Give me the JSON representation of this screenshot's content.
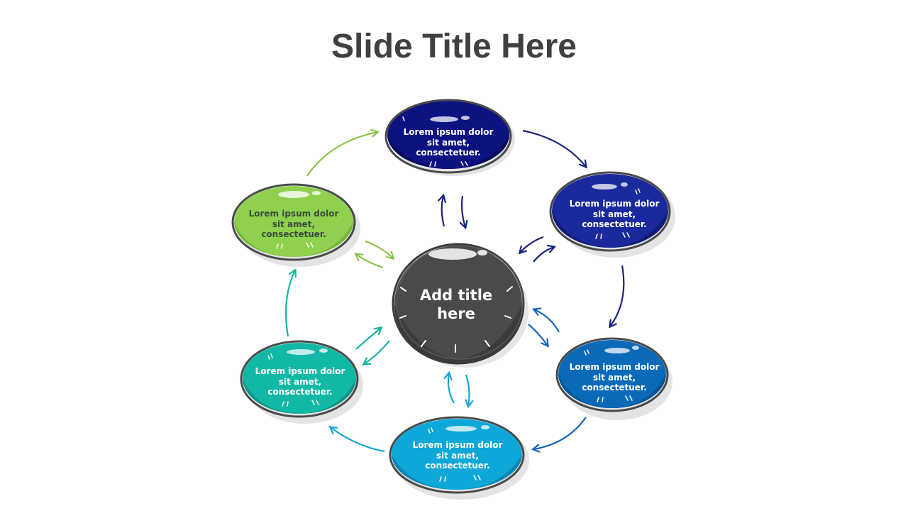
{
  "title": "Slide Title Here",
  "center": {
    "label": "Add title here",
    "color": "#4a4a4c"
  },
  "nodes": [
    {
      "id": "top",
      "text": "Lorem ipsum dolor sit amet, consectetuer.",
      "color": "#0c1280"
    },
    {
      "id": "upper-right",
      "text": "Lorem ipsum dolor sit amet, consectetuer.",
      "color": "#1a2a9c"
    },
    {
      "id": "lower-right",
      "text": "Lorem ipsum dolor sit amet, consectetuer.",
      "color": "#0a6ab8"
    },
    {
      "id": "bottom",
      "text": "Lorem ipsum dolor sit amet, consectetuer.",
      "color": "#0da8d8"
    },
    {
      "id": "lower-left",
      "text": "Lorem ipsum dolor sit amet, consectetuer.",
      "color": "#12b8a6"
    },
    {
      "id": "upper-left",
      "text": "Lorem ipsum dolor sit amet, consectetuer.",
      "color": "#8fd14f",
      "text_color": "#3a4a3a"
    }
  ],
  "colors": {
    "outline": "#4a4a4a",
    "title": "#404040",
    "arrow_navy": "#1a237e",
    "arrow_blue": "#1565c0",
    "arrow_cyan": "#1aa6d2",
    "arrow_teal": "#16b3a3",
    "arrow_green": "#8bc34a"
  }
}
